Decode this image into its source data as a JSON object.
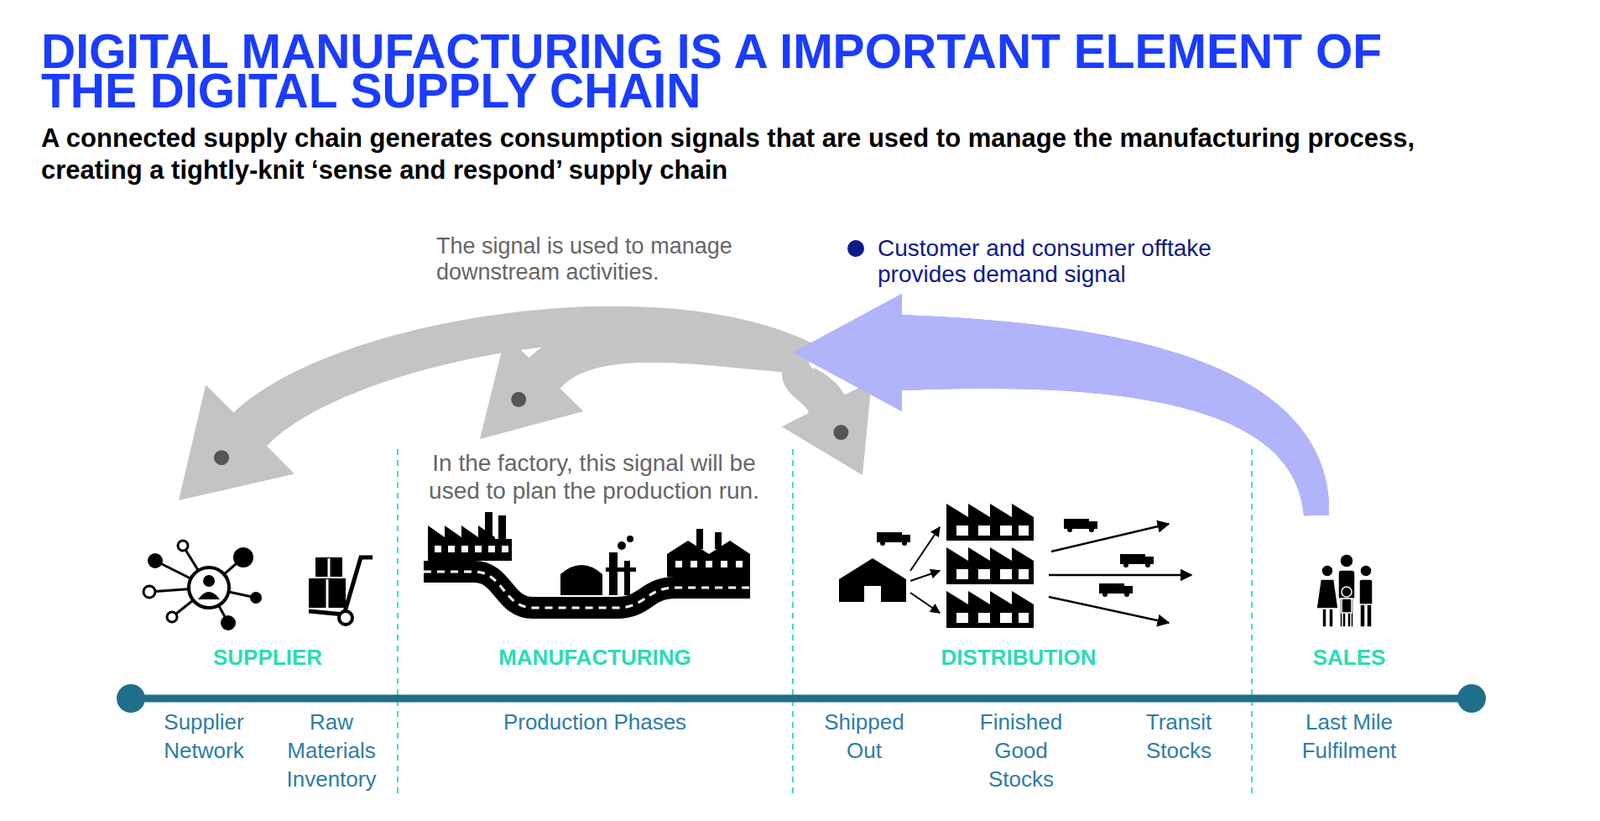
{
  "diagram": {
    "title": "DIGITAL MANUFACTURING IS A IMPORTANT ELEMENT OF THE DIGITAL SUPPLY CHAIN",
    "caption": "A connected supply chain generates consumption signals that are used to manage the manufacturing process, creating a tightly-knit ‘sense and respond’ supply chain",
    "nodes": [
      {
        "text": [
          "SUPPLIER",
          "Supplier Network",
          "Raw Materials Inventory"
        ]
      },
      {
        "text": [
          "MANUFACTURING",
          "Production Phases"
        ]
      },
      {
        "text": [
          "DISTRIBUTION",
          "Shipped Out",
          "Finished Good Stocks",
          "Transit Stocks"
        ]
      },
      {
        "text": [
          "SALES",
          "Last Mile Fulfilment"
        ]
      }
    ],
    "edges": [
      {
        "from": 3,
        "to": 0,
        "arrow": "to"
      },
      {
        "from": 3,
        "to": 1,
        "arrow": "to"
      },
      {
        "from": 3,
        "to": 2,
        "arrow": "to"
      }
    ],
    "labels": [
      "The signal is used to manage downstream activities.",
      "Customer and consumer offtake provides demand signal",
      "In the factory, this signal will be used to plan the production run."
    ]
  }
}
